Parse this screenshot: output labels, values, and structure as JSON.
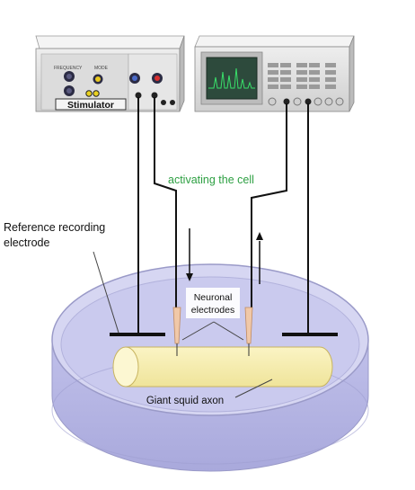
{
  "stimulator": {
    "name": "Stimulator",
    "knob_labels": [
      "FREQUENCY",
      "MODE"
    ]
  },
  "annotations": {
    "activating": "activating the cell",
    "reference_line1": "Reference recording",
    "reference_line2": "electrode",
    "neuronal_line1": "Neuronal",
    "neuronal_line2": "electrodes",
    "axon": "Giant squid axon"
  },
  "colors": {
    "activating_text": "#2ea043",
    "dish_fluid": "#c9c9ee",
    "axon_fill": "#f8f0b0",
    "electrode_tip": "#f0c8a8",
    "device_body": "#e2e2e2",
    "scope_screen": "#2d4a3c",
    "trace": "#39e06a"
  }
}
